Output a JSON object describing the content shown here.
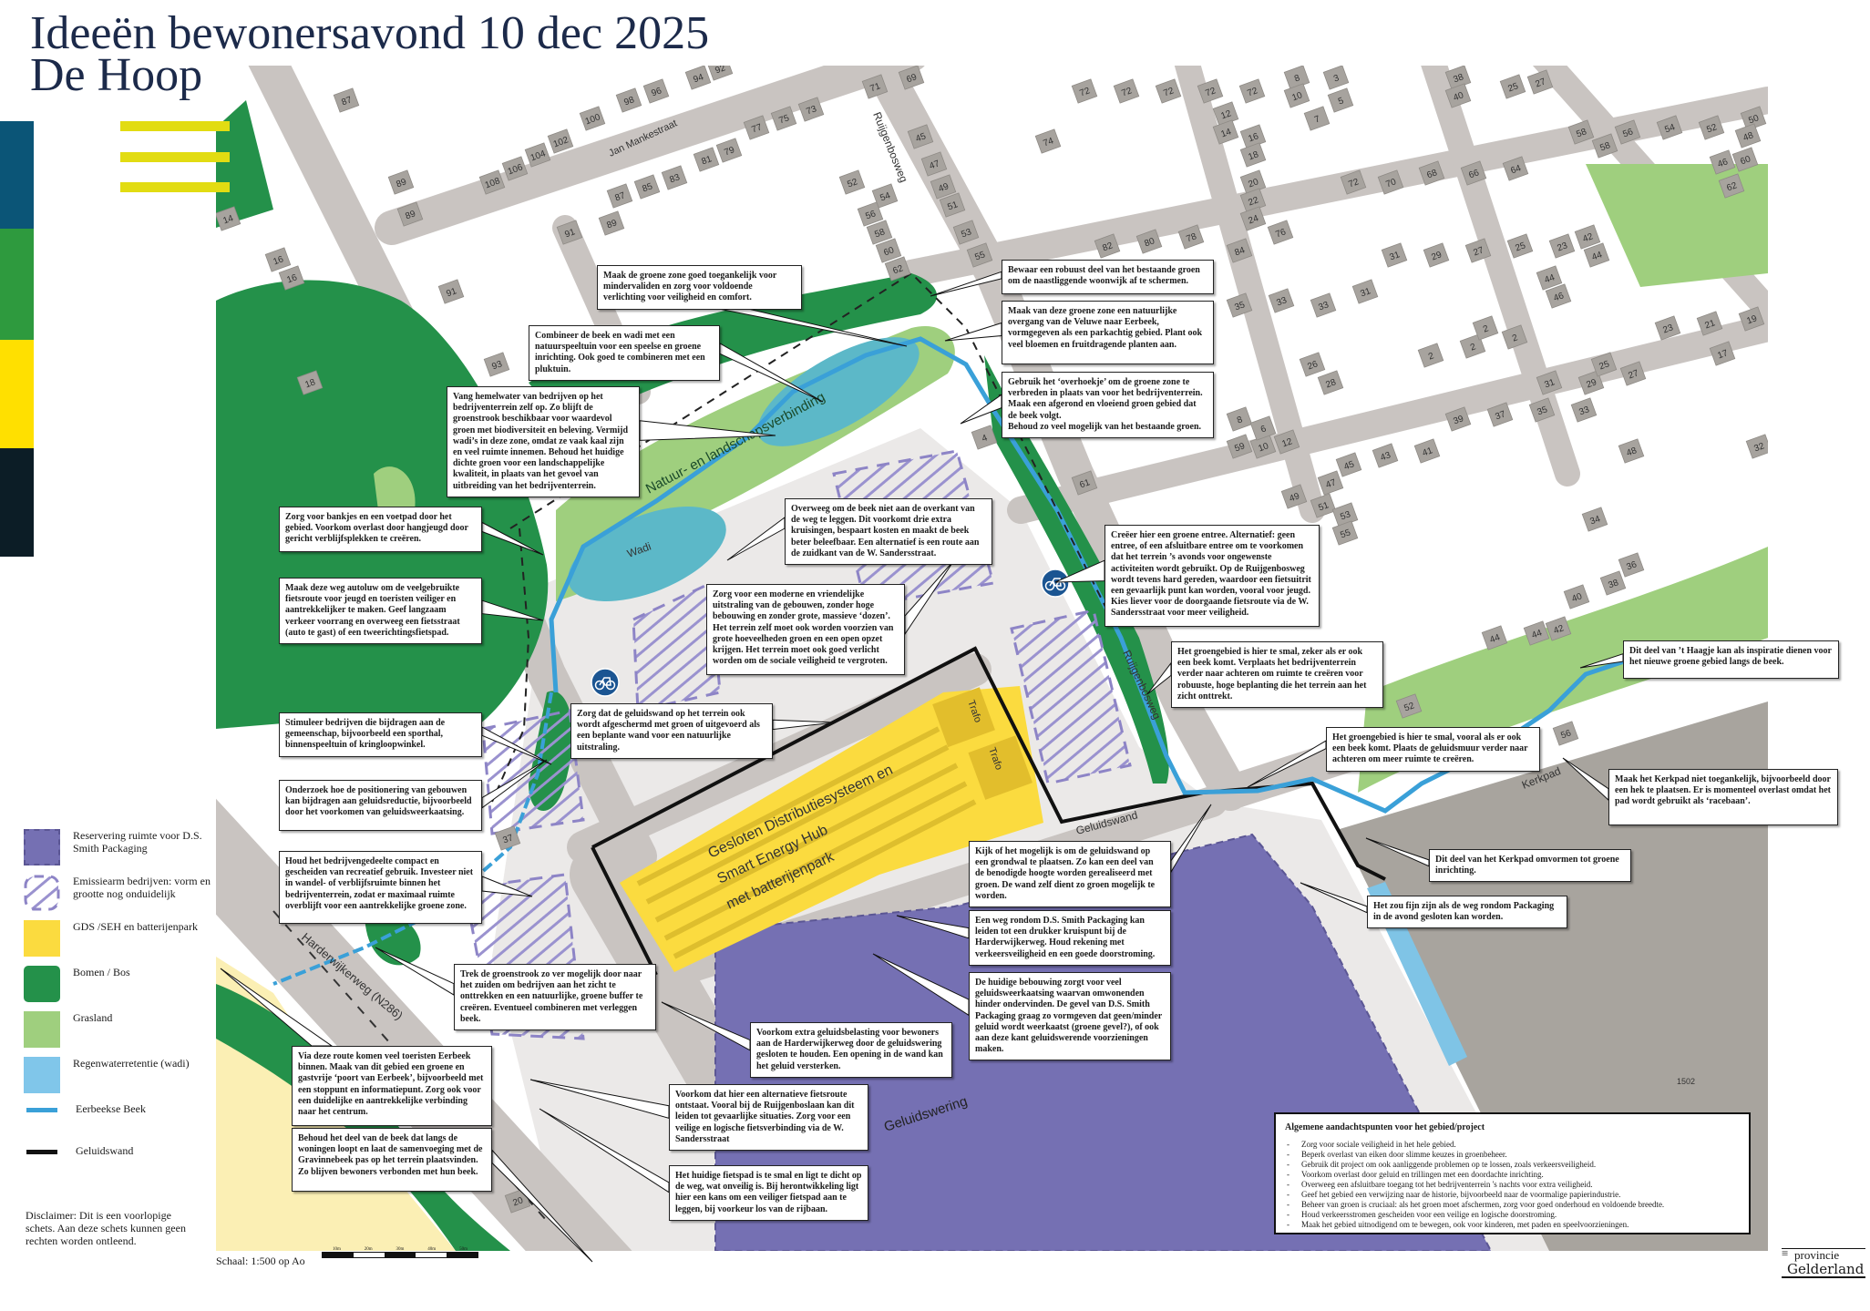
{
  "header": {
    "title_line1": "Ideeën bewonersavond 10 dec 2025",
    "title_line2": "De Hoop"
  },
  "colors": {
    "bar_blue": "#0b5577",
    "bar_green": "#2e9a3e",
    "bar_yellow": "#ffe000",
    "bar_dark": "#0c1d26",
    "accent_lines": "#e2dc12",
    "forest": "#24914a",
    "grass": "#9fcf7e",
    "wadi": "#5cb8c8",
    "beek": "#3aa0d8",
    "reservation": "#7570b3",
    "gds": "#fbdb3f",
    "road": "#c9c4c1",
    "building": "#a7a39e",
    "bike_sign": "#1b5592"
  },
  "map_labels": {
    "street_jan_manke": "Jan Mankestraat",
    "street_ruijgenbos": "Ruijgenbosweg",
    "street_kerkpad": "Kerkpad",
    "street_harderwijker": "Harderwijkerweg (N286)",
    "geluidswand": "Geluidswand",
    "wadi": "Wadi",
    "corridor": "Natuur- en landschapsverbinding",
    "gds_line1": "Gesloten Distributiesysteem en",
    "gds_line2": "Smart Energy Hub",
    "gds_line3": "met batterijenpark",
    "trafo1": "Trafo",
    "trafo2": "Trafo",
    "reservation_partial": "Geluidswering",
    "plot_number": "1502"
  },
  "house_numbers": [
    "87",
    "89",
    "89",
    "100",
    "98",
    "96",
    "94",
    "92",
    "108",
    "106",
    "104",
    "102",
    "87",
    "85",
    "83",
    "81",
    "79",
    "77",
    "75",
    "73",
    "14",
    "16",
    "16",
    "91",
    "93",
    "91",
    "89",
    "18",
    "71",
    "69",
    "45",
    "47",
    "49",
    "51",
    "53",
    "55",
    "52",
    "54",
    "56",
    "58",
    "60",
    "62",
    "74",
    "72",
    "72",
    "72",
    "72",
    "72",
    "8",
    "10",
    "12",
    "14",
    "16",
    "18",
    "20",
    "22",
    "24",
    "3",
    "5",
    "7",
    "38",
    "40",
    "25",
    "27",
    "58",
    "58",
    "56",
    "54",
    "52",
    "50",
    "48",
    "46",
    "62",
    "60",
    "72",
    "70",
    "68",
    "66",
    "64",
    "84",
    "82",
    "80",
    "78",
    "76",
    "31",
    "29",
    "27",
    "25",
    "23",
    "42",
    "44",
    "44",
    "46",
    "35",
    "33",
    "33",
    "31",
    "23",
    "21",
    "19",
    "17",
    "26",
    "28",
    "2",
    "2",
    "2",
    "2",
    "31",
    "29",
    "27",
    "25",
    "39",
    "37",
    "35",
    "33",
    "48",
    "43",
    "41",
    "45",
    "47",
    "49",
    "51",
    "53",
    "55",
    "59",
    "61",
    "10",
    "12",
    "8",
    "6",
    "4",
    "32",
    "34",
    "36",
    "38",
    "40",
    "42",
    "44",
    "44",
    "52",
    "56",
    "37",
    "20"
  ],
  "notes": [
    "Maak de groene zone goed toegankelijk voor mindervaliden en zorg voor voldoende verlichting voor veiligheid en comfort.",
    "Combineer de beek en wadi met een natuurspeeltuin voor een speelse en groene inrichting. Ook goed te combineren met een pluktuin.",
    "Vang hemelwater van bedrijven op het bedrijventerrein zelf op. Zo blijft de groenstrook beschikbaar voor waardevol groen met biodiversiteit en beleving. Vermijd wadi’s in deze zone, omdat ze vaak kaal zijn en veel ruimte innemen. Behoud het huidige dichte groen voor een landschappelijke kwaliteit, in plaats van het gevoel van uitbreiding van het bedrijventerrein.",
    "Bewaar een robuust deel van het bestaande groen om de naastliggende woonwijk af te schermen.",
    "Maak van deze groene zone een natuurlijke overgang van de Veluwe naar Eerbeek, vormgegeven als een parkachtig gebied. Plant ook veel bloemen en fruitdragende planten aan.",
    "Gebruik het ‘overhoekje’ om de groene zone te verbreden in plaats van voor het bedrijventerrein. Maak een afgerond en vloeiend groen gebied dat de beek volgt.\nBehoud zo veel mogelijk van het bestaande groen.",
    "Zorg voor bankjes en een voetpad door het gebied. Voorkom overlast door hangjeugd door gericht verblijfsplekken te creëren.",
    "Maak deze weg autoluw om de veelgebruikte fietsroute voor jeugd en toeristen veiliger en aantrekkelijker te maken. Geef langzaam verkeer voorrang en overweeg een fietsstraat (auto te gast) of een tweerichtingsfietspad.",
    "Overweeg om de beek niet aan de overkant van de weg te leggen. Dit voorkomt drie extra kruisingen, bespaart kosten en maakt de beek beter beleefbaar. Een alternatief is een route aan de zuidkant van de W. Sandersstraat.",
    "Zorg voor een moderne en vriendelijke uitstraling van de gebouwen, zonder hoge bebouwing en zonder grote, massieve ‘dozen’. Het terrein zelf moet ook worden voorzien van grote hoeveelheden groen en een open opzet krijgen. Het terrein moet ook goed verlicht worden om de sociale veiligheid te vergroten.",
    "Creëer hier een groene entree. Alternatief: geen entree, of een afsluitbare entree om te voorkomen dat het terrein ’s avonds voor ongewenste activiteiten wordt gebruikt. Op de Ruijgenbosweg wordt tevens hard gereden, waardoor een fietsuitrit een gevaarlijk punt kan worden, vooral voor jeugd. Kies liever voor de doorgaande fietsroute via de W. Sandersstraat voor meer veiligheid.",
    "Het groengebied is hier te smal, zeker als er ook een beek komt. Verplaats het bedrijventerrein verder naar achteren om ruimte te creëren voor robuuste, hoge beplanting die het terrein aan het zicht onttrekt.",
    "Dit deel van ’t Haagje kan als inspiratie dienen voor het nieuwe groene gebied langs de beek.",
    "Het groengebied is hier te smal, vooral als er ook een beek komt. Plaats de geluidsmuur verder naar achteren om meer ruimte te creëren.",
    "Maak het Kerkpad niet toegankelijk, bijvoorbeeld door een hek te plaatsen. Er is momenteel overlast omdat het pad wordt gebruikt als ‘racebaan’.",
    "Zorg dat de geluidswand op het terrein ook wordt afgeschermd met groen of uitgevoerd als een beplante wand voor een natuurlijke uitstraling.",
    "Stimuleer bedrijven die bijdragen aan de gemeenschap, bijvoorbeeld een sporthal, binnenspeeltuin of kringloopwinkel.",
    "Onderzoek hoe de positionering van gebouwen kan bijdragen aan geluidsreductie, bijvoorbeeld door het voorkomen van geluidsweerkaatsing.",
    "Houd het bedrijvengedeelte compact en gescheiden van recreatief gebruik. Investeer niet in wandel- of verblijfsruimte binnen het bedrijventerrein, zodat er maximaal ruimte overblijft voor een aantrekkelijke groene zone.",
    "Trek de groenstrook zo ver mogelijk door naar het zuiden om bedrijven aan het zicht te onttrekken en een natuurlijke, groene buffer te creëren. Eventueel combineren met verleggen beek.",
    "Kijk of het mogelijk is om de geluidswand op een grondwal te plaatsen. Zo kan een deel van de benodigde hoogte worden gerealiseerd met groen. De wand zelf dient zo groen mogelijk te worden.",
    "Een weg rondom D.S. Smith Packaging kan leiden tot een drukker kruispunt bij de Harderwijkerweg. Houd rekening met verkeersveiligheid en een goede doorstroming.",
    "De huidige bebouwing zorgt voor veel geluidsweerkaatsing waarvan omwonenden hinder ondervinden. De gevel van D.S. Smith Packaging graag zo vormgeven dat geen/minder geluid wordt weerkaatst (groene gevel?), of ook aan deze kant geluidswerende voorzieningen maken.",
    "Dit deel van het Kerkpad omvormen tot groene inrichting.",
    "Het zou fijn zijn als de weg rondom Packaging in de avond gesloten kan worden.",
    "Voorkom extra geluidsbelasting voor bewoners aan de Harderwijkerweg door de geluidswering gesloten te houden. Een opening in de wand kan het geluid versterken.",
    "Via deze route komen veel toeristen Eerbeek binnen. Maak van dit gebied een groene en gastvrije ‘poort van Eerbeek’, bijvoorbeeld met een stoppunt en informatiepunt. Zorg ook voor een duidelijke en aantrekkelijke verbinding naar het centrum.",
    "Voorkom dat hier een alternatieve fietsroute ontstaat. Vooral bij de Ruijgenboslaan kan dit leiden tot gevaarlijke situaties. Zorg voor een veilige en logische fietsverbinding via de W. Sandersstraat",
    "Behoud het deel van de beek dat langs de woningen loopt en laat de samenvoeging met de Gravinnebeek pas op het terrein plaatsvinden. Zo blijven bewoners verbonden met hun beek.",
    "Het huidige fietspad is te smal en ligt te dicht op de weg, wat onveilig is. Bij herontwikkeling ligt hier een kans om een veiliger fietspad aan te leggen, bij voorkeur los van de rijbaan."
  ],
  "general": {
    "title": "Algemene aandachtspunten voor het gebied/project",
    "items": [
      "Zorg voor sociale veiligheid in het hele gebied.",
      "Beperk overlast van eiken door slimme keuzes in groenbeheer.",
      "Gebruik dit project om ook aanliggende problemen op te lossen, zoals verkeersveiligheid.",
      "Voorkom overlast door geluid en trillingen met een doordachte inrichting.",
      "Overweeg een afsluitbare toegang tot het bedrijventerrein 's nachts voor extra veiligheid.",
      "Geef het gebied een verwijzing naar de historie, bijvoorbeeld naar de voormalige papierindustrie.",
      "Beheer van groen is cruciaal: als het groen moet afschermen, zorg voor goed onderhoud en voldoende breedte.",
      "Houd verkeersstromen gescheiden voor een veilige en logische doorstroming.",
      "Maak het gebied uitnodigend om te bewegen, ook voor kinderen, met paden en speelvoorzieningen."
    ]
  },
  "legend": [
    {
      "label": "Reservering ruimte voor D.S. Smith Packaging",
      "type": "reservation"
    },
    {
      "label": "Emissiearm bedrijven: vorm en grootte nog onduidelijk",
      "type": "hatch"
    },
    {
      "label": "GDS /SEH en batterijenpark",
      "type": "gds"
    },
    {
      "label": "Bomen / Bos",
      "type": "forest"
    },
    {
      "label": "Grasland",
      "type": "grass"
    },
    {
      "label": "Regenwaterretentie (wadi)",
      "type": "wadi"
    },
    {
      "label": "Eerbeekse Beek",
      "type": "beek"
    },
    {
      "label": "Geluidswand",
      "type": "wall"
    }
  ],
  "disclaimer": "Disclaimer: Dit is een voorlopige schets. Aan deze schets kunnen geen rechten worden ontleend.",
  "scale": {
    "label": "Schaal: 1:500 op Ao",
    "ticks": [
      "10m",
      "20m",
      "30m",
      "40m",
      "50m"
    ]
  },
  "logo": {
    "line1": "provincie",
    "line2": "Gelderland"
  },
  "icons": [
    "bicycle-sign-icon",
    "bicycle-sign-icon"
  ]
}
